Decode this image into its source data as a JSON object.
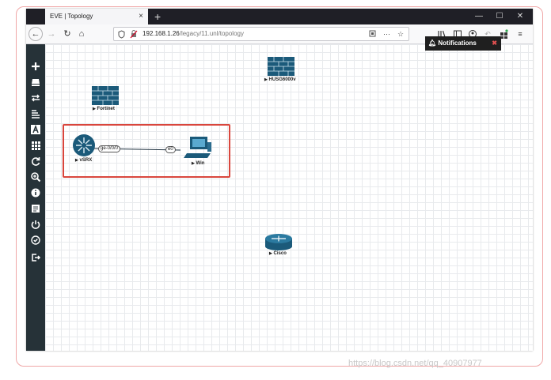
{
  "browser": {
    "tab_title": "EVE | Topology",
    "tab_close": "×",
    "new_tab": "+",
    "controls": {
      "minimize": "—",
      "maximize": "☐",
      "close": "✕"
    },
    "nav": {
      "back": "←",
      "forward": "→",
      "reload": "↻",
      "home": "⌂"
    },
    "url_host": "192.168.1.26",
    "url_path": "/legacy/11.unl/topology",
    "url_more": "···",
    "url_star": "☆",
    "tools": [
      "library",
      "sidebar",
      "account",
      "undo",
      "extensions",
      "menu"
    ]
  },
  "sidebar_icons": [
    "add",
    "nodes",
    "networks",
    "startup-configs",
    "text",
    "grid",
    "refresh",
    "zoom",
    "info",
    "lab-details",
    "power",
    "check",
    "logout"
  ],
  "notifications": {
    "label": "Notifications",
    "close": "✖"
  },
  "nodes": [
    {
      "name": "HUSG6000v",
      "type": "firewall"
    },
    {
      "name": "Fortinet",
      "type": "firewall"
    },
    {
      "name": "vSRX",
      "type": "router"
    },
    {
      "name": "Win",
      "type": "pc"
    },
    {
      "name": "Cisco",
      "type": "router"
    }
  ],
  "links": [
    {
      "from": "vSRX",
      "to": "Win",
      "from_if": "ge-0/0/0",
      "to_if": "e0"
    }
  ],
  "watermark": "https://blog.csdn.net/qq_40907977",
  "colors": {
    "sidebar": "#263238",
    "highlight": "#d9463d",
    "node_blue": "#1b5a7a"
  }
}
